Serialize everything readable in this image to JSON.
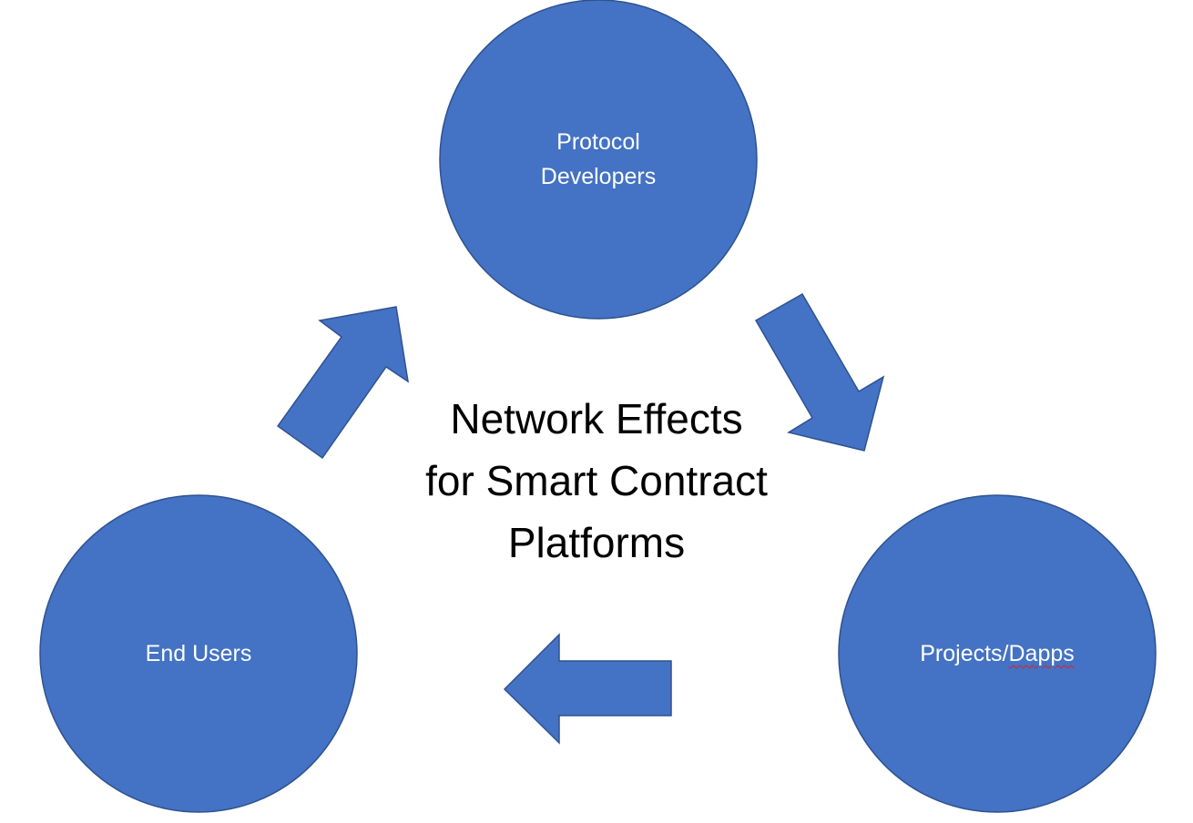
{
  "title": {
    "line1": "Network Effects",
    "line2": "for Smart Contract",
    "line3": "Platforms"
  },
  "nodes": {
    "protocol": {
      "line1": "Protocol",
      "line2": "Developers"
    },
    "projects": {
      "prefix": "Projects/",
      "misspelled": "Dapps"
    },
    "users": {
      "label": "End Users"
    }
  },
  "colors": {
    "fill": "#4472C4",
    "stroke": "#2F528F"
  }
}
